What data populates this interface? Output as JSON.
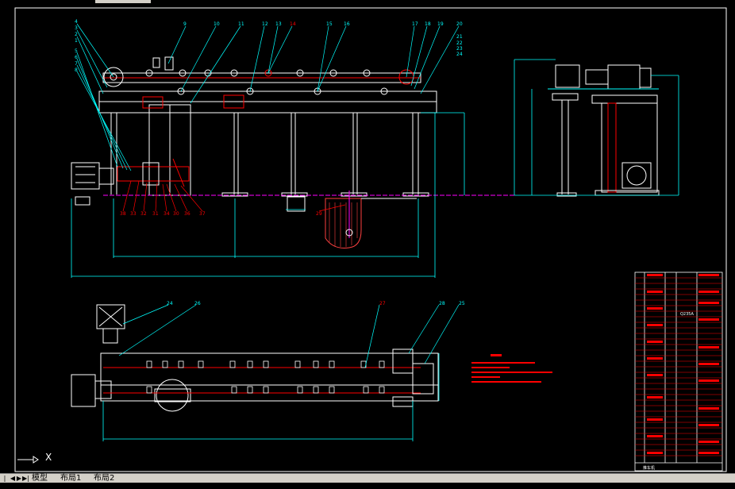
{
  "window": {
    "tabs": [
      {
        "label": "模型"
      },
      {
        "label": "布局1"
      },
      {
        "label": "布局2"
      }
    ],
    "ucs_x_label": "X"
  },
  "drawing": {
    "front_view_balloons": [
      "4",
      "3",
      "2",
      "1",
      "5",
      "6",
      "7",
      "8",
      "9",
      "10",
      "11",
      "12",
      "13",
      "14",
      "15",
      "16",
      "17",
      "18",
      "19",
      "20",
      "21",
      "22",
      "23",
      "24"
    ],
    "front_view_bottom_balloons": [
      "30",
      "31",
      "32",
      "33",
      "34",
      "35",
      "36",
      "37",
      "38"
    ],
    "plan_view_balloons": [
      "24",
      "26",
      "27",
      "28",
      "25"
    ],
    "bom_title": "推车机",
    "bom_material": "Q235A"
  },
  "colors": {
    "background": "#000000",
    "outline": "#ffffff",
    "dimension": "#00ffff",
    "part": "#ff0000",
    "center": "#ff00ff",
    "hatch": "#ff3030",
    "green": "#00ff00"
  }
}
